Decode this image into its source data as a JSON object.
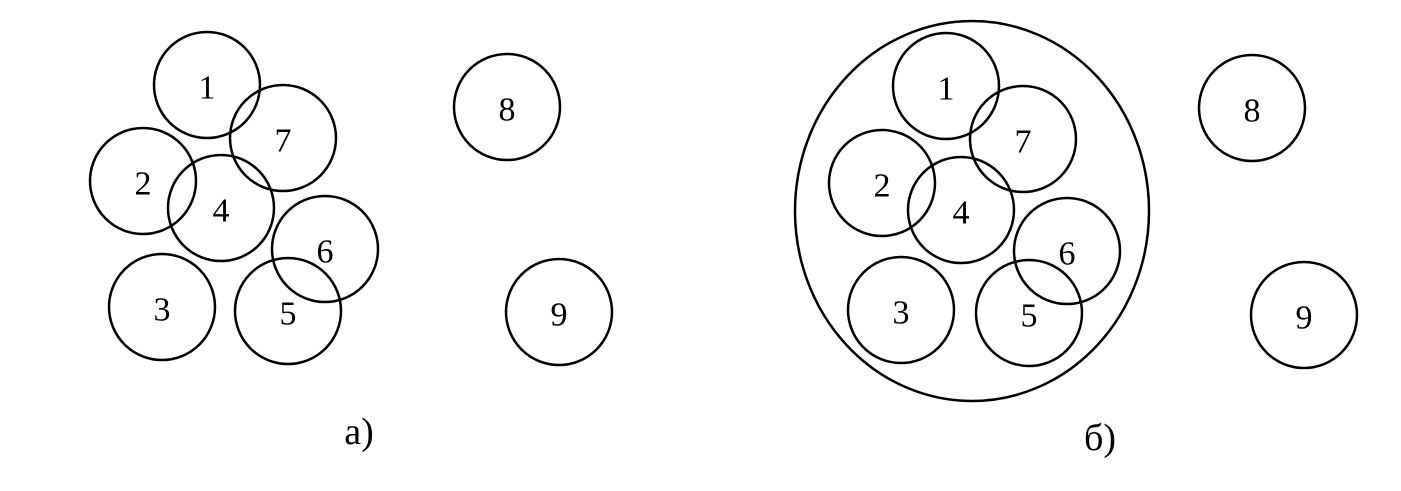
{
  "panels": [
    {
      "id": "a",
      "caption": "а)",
      "has_enclosing_set": false,
      "circles": [
        {
          "label": "1"
        },
        {
          "label": "7"
        },
        {
          "label": "2"
        },
        {
          "label": "4"
        },
        {
          "label": "6"
        },
        {
          "label": "3"
        },
        {
          "label": "5"
        },
        {
          "label": "8"
        },
        {
          "label": "9"
        }
      ]
    },
    {
      "id": "b",
      "caption": "б)",
      "has_enclosing_set": true,
      "circles": [
        {
          "label": "1"
        },
        {
          "label": "7"
        },
        {
          "label": "2"
        },
        {
          "label": "4"
        },
        {
          "label": "6"
        },
        {
          "label": "3"
        },
        {
          "label": "5"
        },
        {
          "label": "8"
        },
        {
          "label": "9"
        }
      ]
    }
  ]
}
